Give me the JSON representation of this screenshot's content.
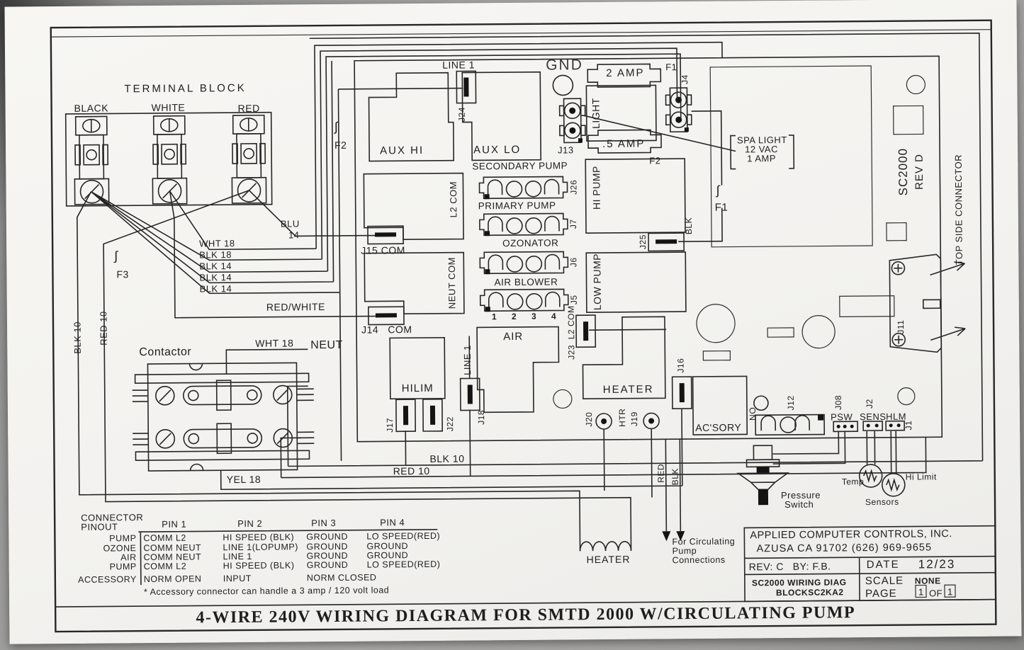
{
  "footer": {
    "title": "4-WIRE 240V WIRING DIAGRAM FOR SMTD 2000 W/CIRCULATING PUMP"
  },
  "terminal_block": {
    "title": "TERMINAL BLOCK",
    "terminals": [
      "BLACK",
      "WHITE",
      "RED"
    ]
  },
  "wires": {
    "wht18": "WHT 18",
    "blk18": "BLK 18",
    "blk14_1": "BLK 14",
    "blk14_2": "BLK 14",
    "blk14_3": "BLK 14",
    "blu": "BLU",
    "blu_gauge": "14",
    "f3": "F3",
    "f2_left": "F2",
    "blk10_left": "BLK 10",
    "red10_left": "RED 10",
    "red_white": "RED/WHITE",
    "wht18_neut": "WHT 18",
    "neut": "NEUT",
    "yel18": "YEL 18",
    "blk10_bottom": "BLK 10",
    "red10_bottom": "RED 10",
    "fuse_glyph": "∫"
  },
  "contactor": {
    "title": "Contactor"
  },
  "board": {
    "line1_top": "LINE 1",
    "j24": "J24",
    "aux_hi": "AUX HI",
    "aux_lo": "AUX LO",
    "gnd": "GND",
    "fuse_2amp": "2 AMP",
    "f1_top": "F1",
    "j4": "J4",
    "light": "LIGHT",
    "j13": "J13",
    "fuse_half": ".5 AMP",
    "f2": "F2",
    "f1_mid": "F1",
    "spa_note": [
      "SPA LIGHT",
      "12 VAC",
      "1 AMP"
    ],
    "l2_com": "L2 COM",
    "j15_com": "J15 COM",
    "neut_com": "NEUT COM",
    "j14_com": "J14   COM",
    "secondary_pump": "SECONDARY PUMP",
    "j26": "J26",
    "primary_pump": "PRIMARY PUMP",
    "j7": "J7",
    "ozonator": "OZONATOR",
    "j6": "J6",
    "air_blower": "AIR BLOWER",
    "j5": "J5",
    "pins": [
      "1",
      "2",
      "3",
      "4"
    ],
    "hi_pump": "HI PUMP",
    "low_pump": "LOW PUMP",
    "j25": "J25",
    "blk": "BLK",
    "sc2000": "SC2000",
    "rev": "REV D",
    "top_side": "TOP SIDE CONNECTOR",
    "j11": "J11",
    "hilim": "HILIM",
    "j17": "J17",
    "j22": "J22",
    "line1_mid": "LINE 1",
    "j18": "J18",
    "air": "AIR",
    "j23": "J23",
    "j23_l2com": "L2 COM",
    "heater": "HEATER",
    "j16": "J16",
    "j20": "J20",
    "htr": "HTR",
    "j19": "J19",
    "acsory": "AC'SORY",
    "no": "NO",
    "j12": "J12",
    "j08": "J08",
    "psw": "PSW",
    "j2": "J2",
    "sens": "SENS",
    "hlm": "HLM",
    "j1": "J1"
  },
  "external": {
    "pressure_switch": [
      "Pressure",
      "Switch"
    ],
    "temp": "Temp",
    "hi_limit": "Hi Limit",
    "sensors": "Sensors",
    "heater": "HEATER",
    "red": "RED",
    "blk": "BLK",
    "circ_note": [
      "For Circulating",
      "Pump",
      "Connections"
    ]
  },
  "pinout": {
    "heading1": "CONNECTOR",
    "heading2": "PINOUT",
    "columns": [
      "PIN 1",
      "PIN 2",
      "PIN 3",
      "PIN 4"
    ],
    "rows": [
      {
        "name": "PUMP",
        "pins": [
          "COMM L2",
          "HI SPEED (BLK)",
          "GROUND",
          "LO SPEED(RED)"
        ]
      },
      {
        "name": "OZONE",
        "pins": [
          "COMM NEUT",
          "LINE 1(LOPUMP)",
          "GROUND",
          "GROUND"
        ]
      },
      {
        "name": "AIR",
        "pins": [
          "COMM NEUT",
          "LINE 1",
          "GROUND",
          "GROUND"
        ]
      },
      {
        "name": "PUMP",
        "pins": [
          "COMM L2",
          "HI SPEED (BLK)",
          "GROUND",
          "LO SPEED(RED)"
        ]
      },
      {
        "name": "ACCESSORY",
        "pins": [
          "NORM OPEN",
          "INPUT",
          "NORM CLOSED",
          ""
        ]
      }
    ],
    "note": "* Accessory connector can handle a 3 amp / 120 volt load"
  },
  "title_block": {
    "company": "APPLIED COMPUTER CONTROLS, INC.",
    "address": "AZUSA CA 91702 (626) 969-9655",
    "rev": "REV: C",
    "by": "BY: F.B.",
    "date_label": "DATE",
    "date_value": "12/23",
    "doc_line1": "SC2000 WIRING DIAG",
    "doc_line2": "BLOCKSC2KA2",
    "scale_label": "SCALE",
    "scale_value": "NONE",
    "page_label": "PAGE",
    "page_num": "1",
    "of_label": "OF",
    "page_total": "1"
  }
}
